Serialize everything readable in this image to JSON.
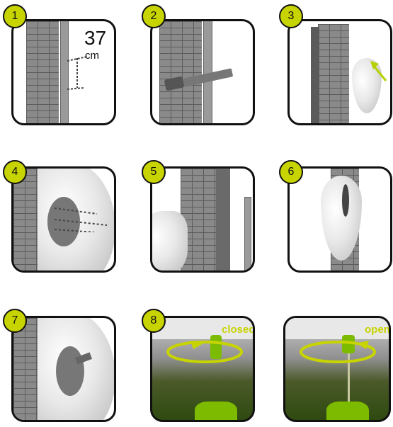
{
  "steps": [
    {
      "number": "1",
      "measure_value": "37",
      "measure_unit": "cm"
    },
    {
      "number": "2"
    },
    {
      "number": "3"
    },
    {
      "number": "4"
    },
    {
      "number": "5"
    },
    {
      "number": "6"
    },
    {
      "number": "7"
    },
    {
      "number": "8",
      "label": "closed"
    },
    {
      "label": "open"
    }
  ],
  "colors": {
    "accent": "#c8d400",
    "arrow": "#b8d000",
    "border": "#111111"
  }
}
